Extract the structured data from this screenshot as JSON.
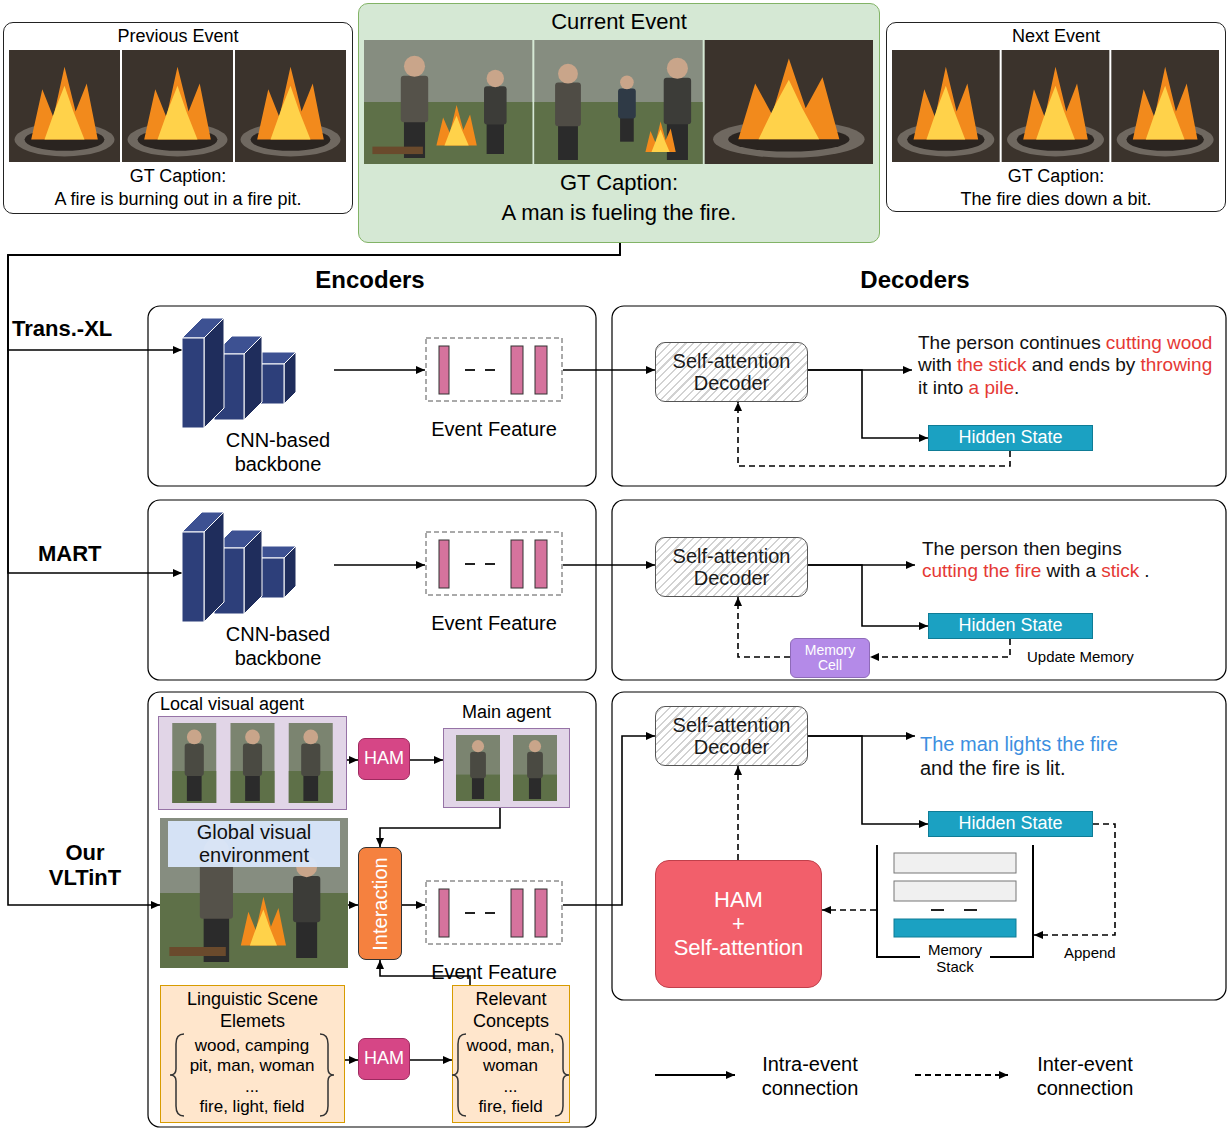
{
  "diagram": {
    "nodes": [
      {
        "text": [
          "Previous Event",
          "GT Caption:",
          "A fire is burning out in a fire pit."
        ]
      },
      {
        "text": [
          "Current Event",
          "GT Caption:",
          "A man is fueling the fire."
        ]
      },
      {
        "text": [
          "Next Event",
          "GT Caption:",
          "The fire dies down a bit."
        ]
      },
      {
        "text": [
          "CNN-based backbone"
        ]
      },
      {
        "text": [
          "Event Feature"
        ]
      },
      {
        "text": [
          "Self-attention Decoder"
        ]
      },
      {
        "text": [
          "Hidden State"
        ]
      },
      {
        "text": [
          "CNN-based backbone"
        ]
      },
      {
        "text": [
          "Event Feature"
        ]
      },
      {
        "text": [
          "Self-attention Decoder"
        ]
      },
      {
        "text": [
          "Hidden State"
        ]
      },
      {
        "text": [
          "Memory Cell"
        ]
      },
      {
        "text": [
          "Local visual agent"
        ]
      },
      {
        "text": [
          "HAM"
        ]
      },
      {
        "text": [
          "Main agent"
        ]
      },
      {
        "text": [
          "Global visual environment"
        ]
      },
      {
        "text": [
          "Interaction"
        ]
      },
      {
        "text": [
          "Event Feature"
        ]
      },
      {
        "text": [
          "Linguistic Scene Elemets",
          "wood, camping pit, man, woman",
          "...",
          "fire, light, field"
        ]
      },
      {
        "text": [
          "HAM"
        ]
      },
      {
        "text": [
          "Relevant Concepts",
          "wood, man, woman",
          "...",
          "fire, field"
        ]
      },
      {
        "text": [
          "Self-attention Decoder"
        ]
      },
      {
        "text": [
          "Hidden State"
        ]
      },
      {
        "text": [
          "Memory Stack"
        ]
      },
      {
        "text": [
          "HAM",
          "+",
          "Self-attention"
        ]
      }
    ],
    "edges": [
      {
        "from": 1,
        "to": 3,
        "arrow": "to"
      },
      {
        "from": 1,
        "to": 7,
        "arrow": "to"
      },
      {
        "from": 1,
        "to": 15,
        "arrow": "to"
      },
      {
        "from": 3,
        "to": 4,
        "arrow": "to"
      },
      {
        "from": 4,
        "to": 5,
        "arrow": "to"
      },
      {
        "from": 5,
        "to": 6,
        "arrow": "to"
      },
      {
        "from": 6,
        "to": 5,
        "arrow": "to"
      },
      {
        "from": 7,
        "to": 8,
        "arrow": "to"
      },
      {
        "from": 8,
        "to": 9,
        "arrow": "to"
      },
      {
        "from": 9,
        "to": 10,
        "arrow": "to"
      },
      {
        "from": 10,
        "to": 11,
        "label": "Update Memory",
        "arrow": "to"
      },
      {
        "from": 11,
        "to": 9,
        "arrow": "to"
      },
      {
        "from": 12,
        "to": 13,
        "arrow": "to"
      },
      {
        "from": 13,
        "to": 14,
        "arrow": "to"
      },
      {
        "from": 14,
        "to": 16,
        "arrow": "to"
      },
      {
        "from": 15,
        "to": 16,
        "arrow": "to"
      },
      {
        "from": 16,
        "to": 17,
        "arrow": "to"
      },
      {
        "from": 17,
        "to": 21,
        "arrow": "to"
      },
      {
        "from": 18,
        "to": 19,
        "arrow": "to"
      },
      {
        "from": 19,
        "to": 20,
        "arrow": "to"
      },
      {
        "from": 20,
        "to": 16,
        "arrow": "to"
      },
      {
        "from": 21,
        "to": 22,
        "arrow": "to"
      },
      {
        "from": 22,
        "to": 23,
        "label": "Append",
        "arrow": "to"
      },
      {
        "from": 23,
        "to": 24,
        "arrow": "to"
      },
      {
        "from": 24,
        "to": 21,
        "arrow": "to"
      }
    ],
    "labels": [
      "Encoders",
      "Decoders",
      "Trans.-XL",
      "MART",
      "Our VLTinT",
      "The person continues",
      "cutting",
      "wood",
      "with",
      "the stick",
      "and ends by",
      "throwing",
      "it into",
      "a pile",
      ".",
      "The person then begins",
      "cutting the fire",
      "with a",
      "stick",
      ".",
      "The man lights the fire",
      "and the fire is lit."
    ],
    "legend": [
      {
        "text": "Intra-event connection"
      },
      {
        "text": "Inter-event connection"
      }
    ]
  }
}
